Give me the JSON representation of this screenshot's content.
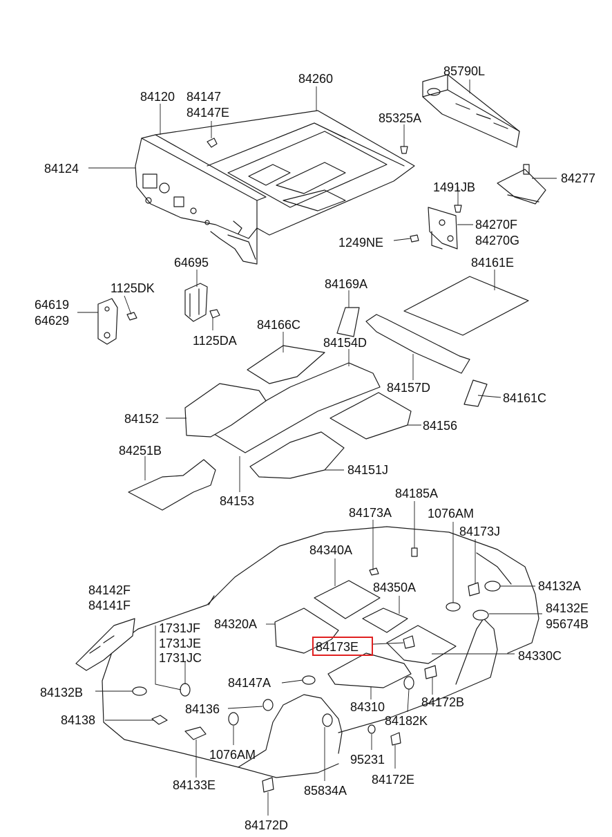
{
  "highlight_color": "#e02020",
  "labels": [
    {
      "id": "84260",
      "text": "84260"
    },
    {
      "id": "85790L",
      "text": "85790L"
    },
    {
      "id": "84120",
      "text": "84120"
    },
    {
      "id": "84147",
      "text": "84147"
    },
    {
      "id": "84147E",
      "text": "84147E"
    },
    {
      "id": "85325A",
      "text": "85325A"
    },
    {
      "id": "84124",
      "text": "84124"
    },
    {
      "id": "84277",
      "text": "84277"
    },
    {
      "id": "1491JB",
      "text": "1491JB"
    },
    {
      "id": "84270F",
      "text": "84270F"
    },
    {
      "id": "84270G",
      "text": "84270G"
    },
    {
      "id": "1249NE",
      "text": "1249NE"
    },
    {
      "id": "64695",
      "text": "64695"
    },
    {
      "id": "84161E",
      "text": "84161E"
    },
    {
      "id": "1125DK",
      "text": "1125DK"
    },
    {
      "id": "84169A",
      "text": "84169A"
    },
    {
      "id": "64619",
      "text": "64619"
    },
    {
      "id": "64629",
      "text": "64629"
    },
    {
      "id": "1125DA",
      "text": "1125DA"
    },
    {
      "id": "84166C",
      "text": "84166C"
    },
    {
      "id": "84154D",
      "text": "84154D"
    },
    {
      "id": "84157D",
      "text": "84157D"
    },
    {
      "id": "84161C",
      "text": "84161C"
    },
    {
      "id": "84152",
      "text": "84152"
    },
    {
      "id": "84156",
      "text": "84156"
    },
    {
      "id": "84251B",
      "text": "84251B"
    },
    {
      "id": "84151J",
      "text": "84151J"
    },
    {
      "id": "84153",
      "text": "84153"
    },
    {
      "id": "84185A",
      "text": "84185A"
    },
    {
      "id": "84173A",
      "text": "84173A"
    },
    {
      "id": "1076AM-top",
      "text": "1076AM"
    },
    {
      "id": "84173J",
      "text": "84173J"
    },
    {
      "id": "84340A",
      "text": "84340A"
    },
    {
      "id": "84350A",
      "text": "84350A"
    },
    {
      "id": "84132A",
      "text": "84132A"
    },
    {
      "id": "84142F",
      "text": "84142F"
    },
    {
      "id": "84141F",
      "text": "84141F"
    },
    {
      "id": "84132E",
      "text": "84132E"
    },
    {
      "id": "95674B",
      "text": "95674B"
    },
    {
      "id": "1731JF",
      "text": "1731JF"
    },
    {
      "id": "84320A",
      "text": "84320A"
    },
    {
      "id": "1731JE",
      "text": "1731JE"
    },
    {
      "id": "84173E",
      "text": "84173E",
      "highlighted": true
    },
    {
      "id": "84330C",
      "text": "84330C"
    },
    {
      "id": "1731JC",
      "text": "1731JC"
    },
    {
      "id": "84132B",
      "text": "84132B"
    },
    {
      "id": "84147A",
      "text": "84147A"
    },
    {
      "id": "84310",
      "text": "84310"
    },
    {
      "id": "84172B",
      "text": "84172B"
    },
    {
      "id": "84136",
      "text": "84136"
    },
    {
      "id": "84138",
      "text": "84138"
    },
    {
      "id": "84182K",
      "text": "84182K"
    },
    {
      "id": "1076AM-bottom",
      "text": "1076AM"
    },
    {
      "id": "95231",
      "text": "95231"
    },
    {
      "id": "84172E",
      "text": "84172E"
    },
    {
      "id": "84133E",
      "text": "84133E"
    },
    {
      "id": "85834A",
      "text": "85834A"
    },
    {
      "id": "84172D",
      "text": "84172D"
    }
  ]
}
